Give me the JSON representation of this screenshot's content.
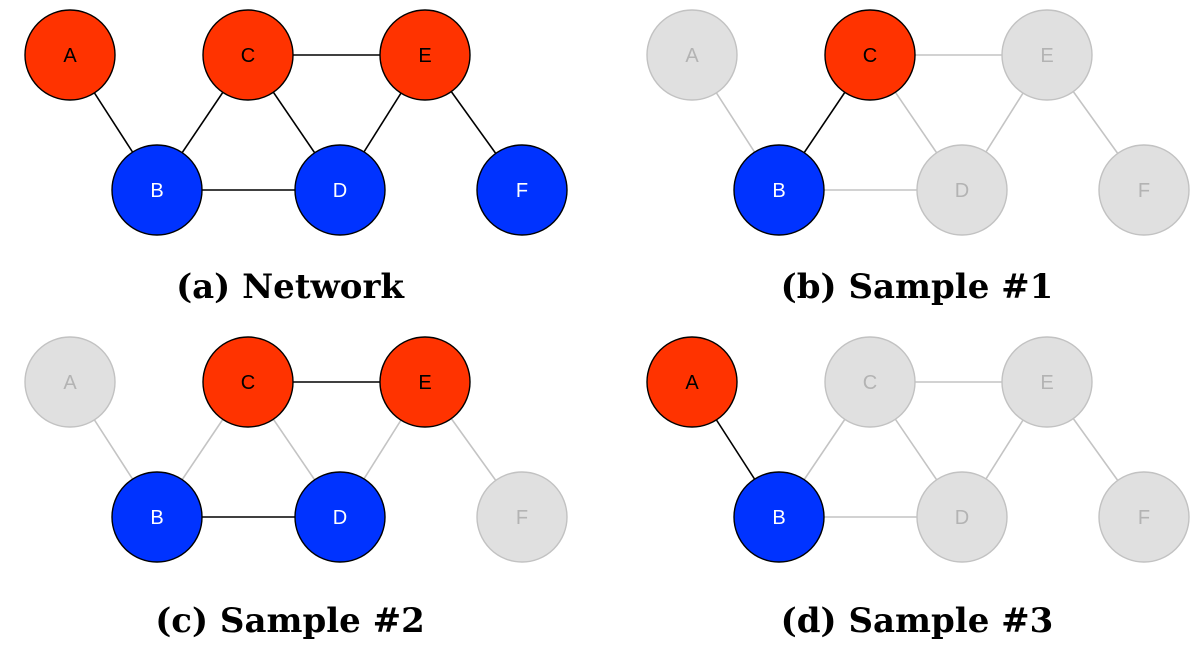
{
  "colors": {
    "red": "#ff3300",
    "blue": "#0033ff",
    "inactive_fill": "#e0e0e0",
    "inactive_stroke": "#c2c2c2",
    "inactive_text": "#b3b3b3",
    "active_edge": "#000000",
    "inactive_edge": "#c4c4c4"
  },
  "panels": [
    {
      "caption": "(a) Network",
      "nodes": [
        {
          "id": "A",
          "label": "A",
          "state": "red"
        },
        {
          "id": "C",
          "label": "C",
          "state": "red"
        },
        {
          "id": "E",
          "label": "E",
          "state": "red"
        },
        {
          "id": "B",
          "label": "B",
          "state": "blue"
        },
        {
          "id": "D",
          "label": "D",
          "state": "blue"
        },
        {
          "id": "F",
          "label": "F",
          "state": "blue"
        }
      ],
      "edges": [
        {
          "from": "A",
          "to": "B",
          "active": true
        },
        {
          "from": "B",
          "to": "C",
          "active": true
        },
        {
          "from": "C",
          "to": "E",
          "active": true
        },
        {
          "from": "C",
          "to": "D",
          "active": true
        },
        {
          "from": "B",
          "to": "D",
          "active": true
        },
        {
          "from": "D",
          "to": "E",
          "active": true
        },
        {
          "from": "E",
          "to": "F",
          "active": true
        }
      ]
    },
    {
      "caption": "(b) Sample #1",
      "nodes": [
        {
          "id": "A",
          "label": "A",
          "state": "inactive"
        },
        {
          "id": "C",
          "label": "C",
          "state": "red"
        },
        {
          "id": "E",
          "label": "E",
          "state": "inactive"
        },
        {
          "id": "B",
          "label": "B",
          "state": "blue"
        },
        {
          "id": "D",
          "label": "D",
          "state": "inactive"
        },
        {
          "id": "F",
          "label": "F",
          "state": "inactive"
        }
      ],
      "edges": [
        {
          "from": "A",
          "to": "B",
          "active": false
        },
        {
          "from": "B",
          "to": "C",
          "active": true
        },
        {
          "from": "C",
          "to": "E",
          "active": false
        },
        {
          "from": "C",
          "to": "D",
          "active": false
        },
        {
          "from": "B",
          "to": "D",
          "active": false
        },
        {
          "from": "D",
          "to": "E",
          "active": false
        },
        {
          "from": "E",
          "to": "F",
          "active": false
        }
      ]
    },
    {
      "caption": "(c) Sample #2",
      "nodes": [
        {
          "id": "A",
          "label": "A",
          "state": "inactive"
        },
        {
          "id": "C",
          "label": "C",
          "state": "red"
        },
        {
          "id": "E",
          "label": "E",
          "state": "red"
        },
        {
          "id": "B",
          "label": "B",
          "state": "blue"
        },
        {
          "id": "D",
          "label": "D",
          "state": "blue"
        },
        {
          "id": "F",
          "label": "F",
          "state": "inactive"
        }
      ],
      "edges": [
        {
          "from": "A",
          "to": "B",
          "active": false
        },
        {
          "from": "B",
          "to": "C",
          "active": false
        },
        {
          "from": "C",
          "to": "E",
          "active": true
        },
        {
          "from": "C",
          "to": "D",
          "active": false
        },
        {
          "from": "B",
          "to": "D",
          "active": true
        },
        {
          "from": "D",
          "to": "E",
          "active": false
        },
        {
          "from": "E",
          "to": "F",
          "active": false
        }
      ]
    },
    {
      "caption": "(d) Sample #3",
      "nodes": [
        {
          "id": "A",
          "label": "A",
          "state": "red"
        },
        {
          "id": "C",
          "label": "C",
          "state": "inactive"
        },
        {
          "id": "E",
          "label": "E",
          "state": "inactive"
        },
        {
          "id": "B",
          "label": "B",
          "state": "blue"
        },
        {
          "id": "D",
          "label": "D",
          "state": "inactive"
        },
        {
          "id": "F",
          "label": "F",
          "state": "inactive"
        }
      ],
      "edges": [
        {
          "from": "A",
          "to": "B",
          "active": true
        },
        {
          "from": "B",
          "to": "C",
          "active": false
        },
        {
          "from": "C",
          "to": "E",
          "active": false
        },
        {
          "from": "C",
          "to": "D",
          "active": false
        },
        {
          "from": "B",
          "to": "D",
          "active": false
        },
        {
          "from": "D",
          "to": "E",
          "active": false
        },
        {
          "from": "E",
          "to": "F",
          "active": false
        }
      ]
    }
  ]
}
